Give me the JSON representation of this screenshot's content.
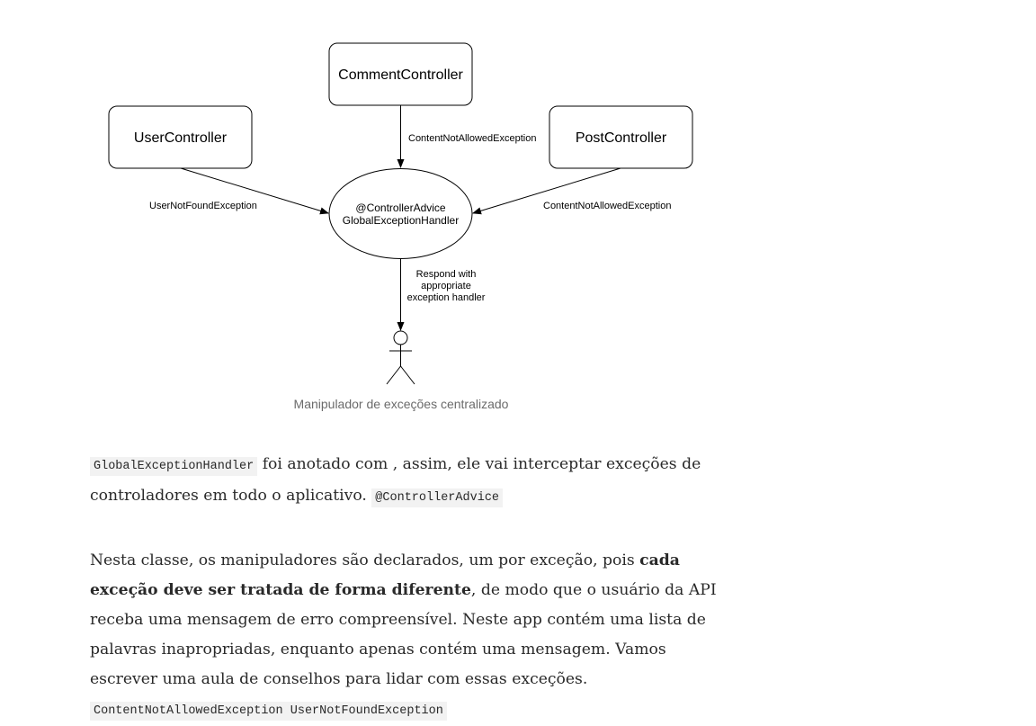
{
  "diagram": {
    "nodes": {
      "comment_controller": "CommentController",
      "user_controller": "UserController",
      "post_controller": "PostController",
      "handler_line1": "@ControllerAdvice",
      "handler_line2": "GlobalExceptionHandler"
    },
    "edges": {
      "comment_to_handler": "ContentNotAllowedException",
      "user_to_handler": "UserNotFoundException",
      "post_to_handler": "ContentNotAllowedException",
      "handler_to_user_line1": "Respond with",
      "handler_to_user_line2": "appropriate",
      "handler_to_user_line3": "exception handler"
    },
    "caption": "Manipulador de exceções centralizado"
  },
  "article": {
    "p1": {
      "code1": "GlobalExceptionHandler",
      "text1": " foi anotado com , assim, ele vai interceptar exceções de controladores em todo o aplicativo. ",
      "code2": "@ControllerAdvice"
    },
    "p2": {
      "text1": "Nesta classe, os manipuladores são declarados, um por exceção, pois ",
      "bold": "cada exceção deve ser tratada de forma diferente",
      "text2": ", de modo que o usuário da API receba uma mensagem de erro compreensível. Neste app contém uma lista de palavras inapropriadas, enquanto apenas contém uma mensagem. Vamos escrever uma aula de conselhos para lidar com essas exceções. ",
      "code": "ContentNotAllowedException UserNotFoundException"
    }
  }
}
